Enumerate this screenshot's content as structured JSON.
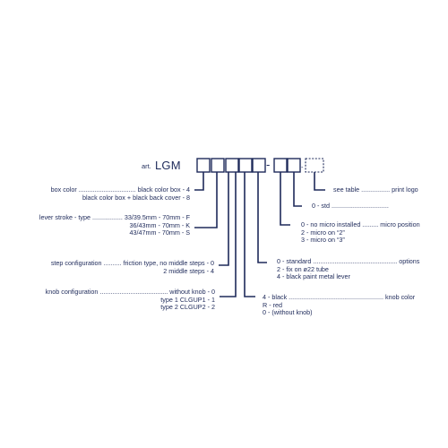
{
  "code": {
    "art_label": "art.",
    "prefix": "LGM",
    "dash1": "-",
    "dash2": "-"
  },
  "left": {
    "box_color": [
      "box color ................................ black color box - 4",
      "black color box + black back cover - 8"
    ],
    "lever_stroke": [
      "lever stroke - type ................. 33/39.5mm - 70mm - F",
      "36/43mm - 70mm - K",
      "43/47mm - 70mm - S"
    ],
    "step_configuration": [
      "step configuration .......... friction type, no middle steps - 0",
      "2 middle steps - 4"
    ],
    "knob_configuration": [
      "knob configuration ...................................... without knob - 0",
      "type 1 CLGUP1 - 1",
      "type 2 CLGUP2 - 2"
    ]
  },
  "right": {
    "print_logo": [
      "see table ................ print logo"
    ],
    "std": [
      "0 - std ................................"
    ],
    "micro_position": [
      "0 - no micro installed ......... micro position",
      "2 - micro on “2”",
      "3 - micro on “3”"
    ],
    "options": [
      "0 - standard ............................................... options",
      "2 - fix on ø22 tube",
      "4 - black paint metal lever"
    ],
    "knob_color": [
      "4 - black ..................................................... knob color",
      "R - red",
      "0 - (without knob)"
    ]
  }
}
